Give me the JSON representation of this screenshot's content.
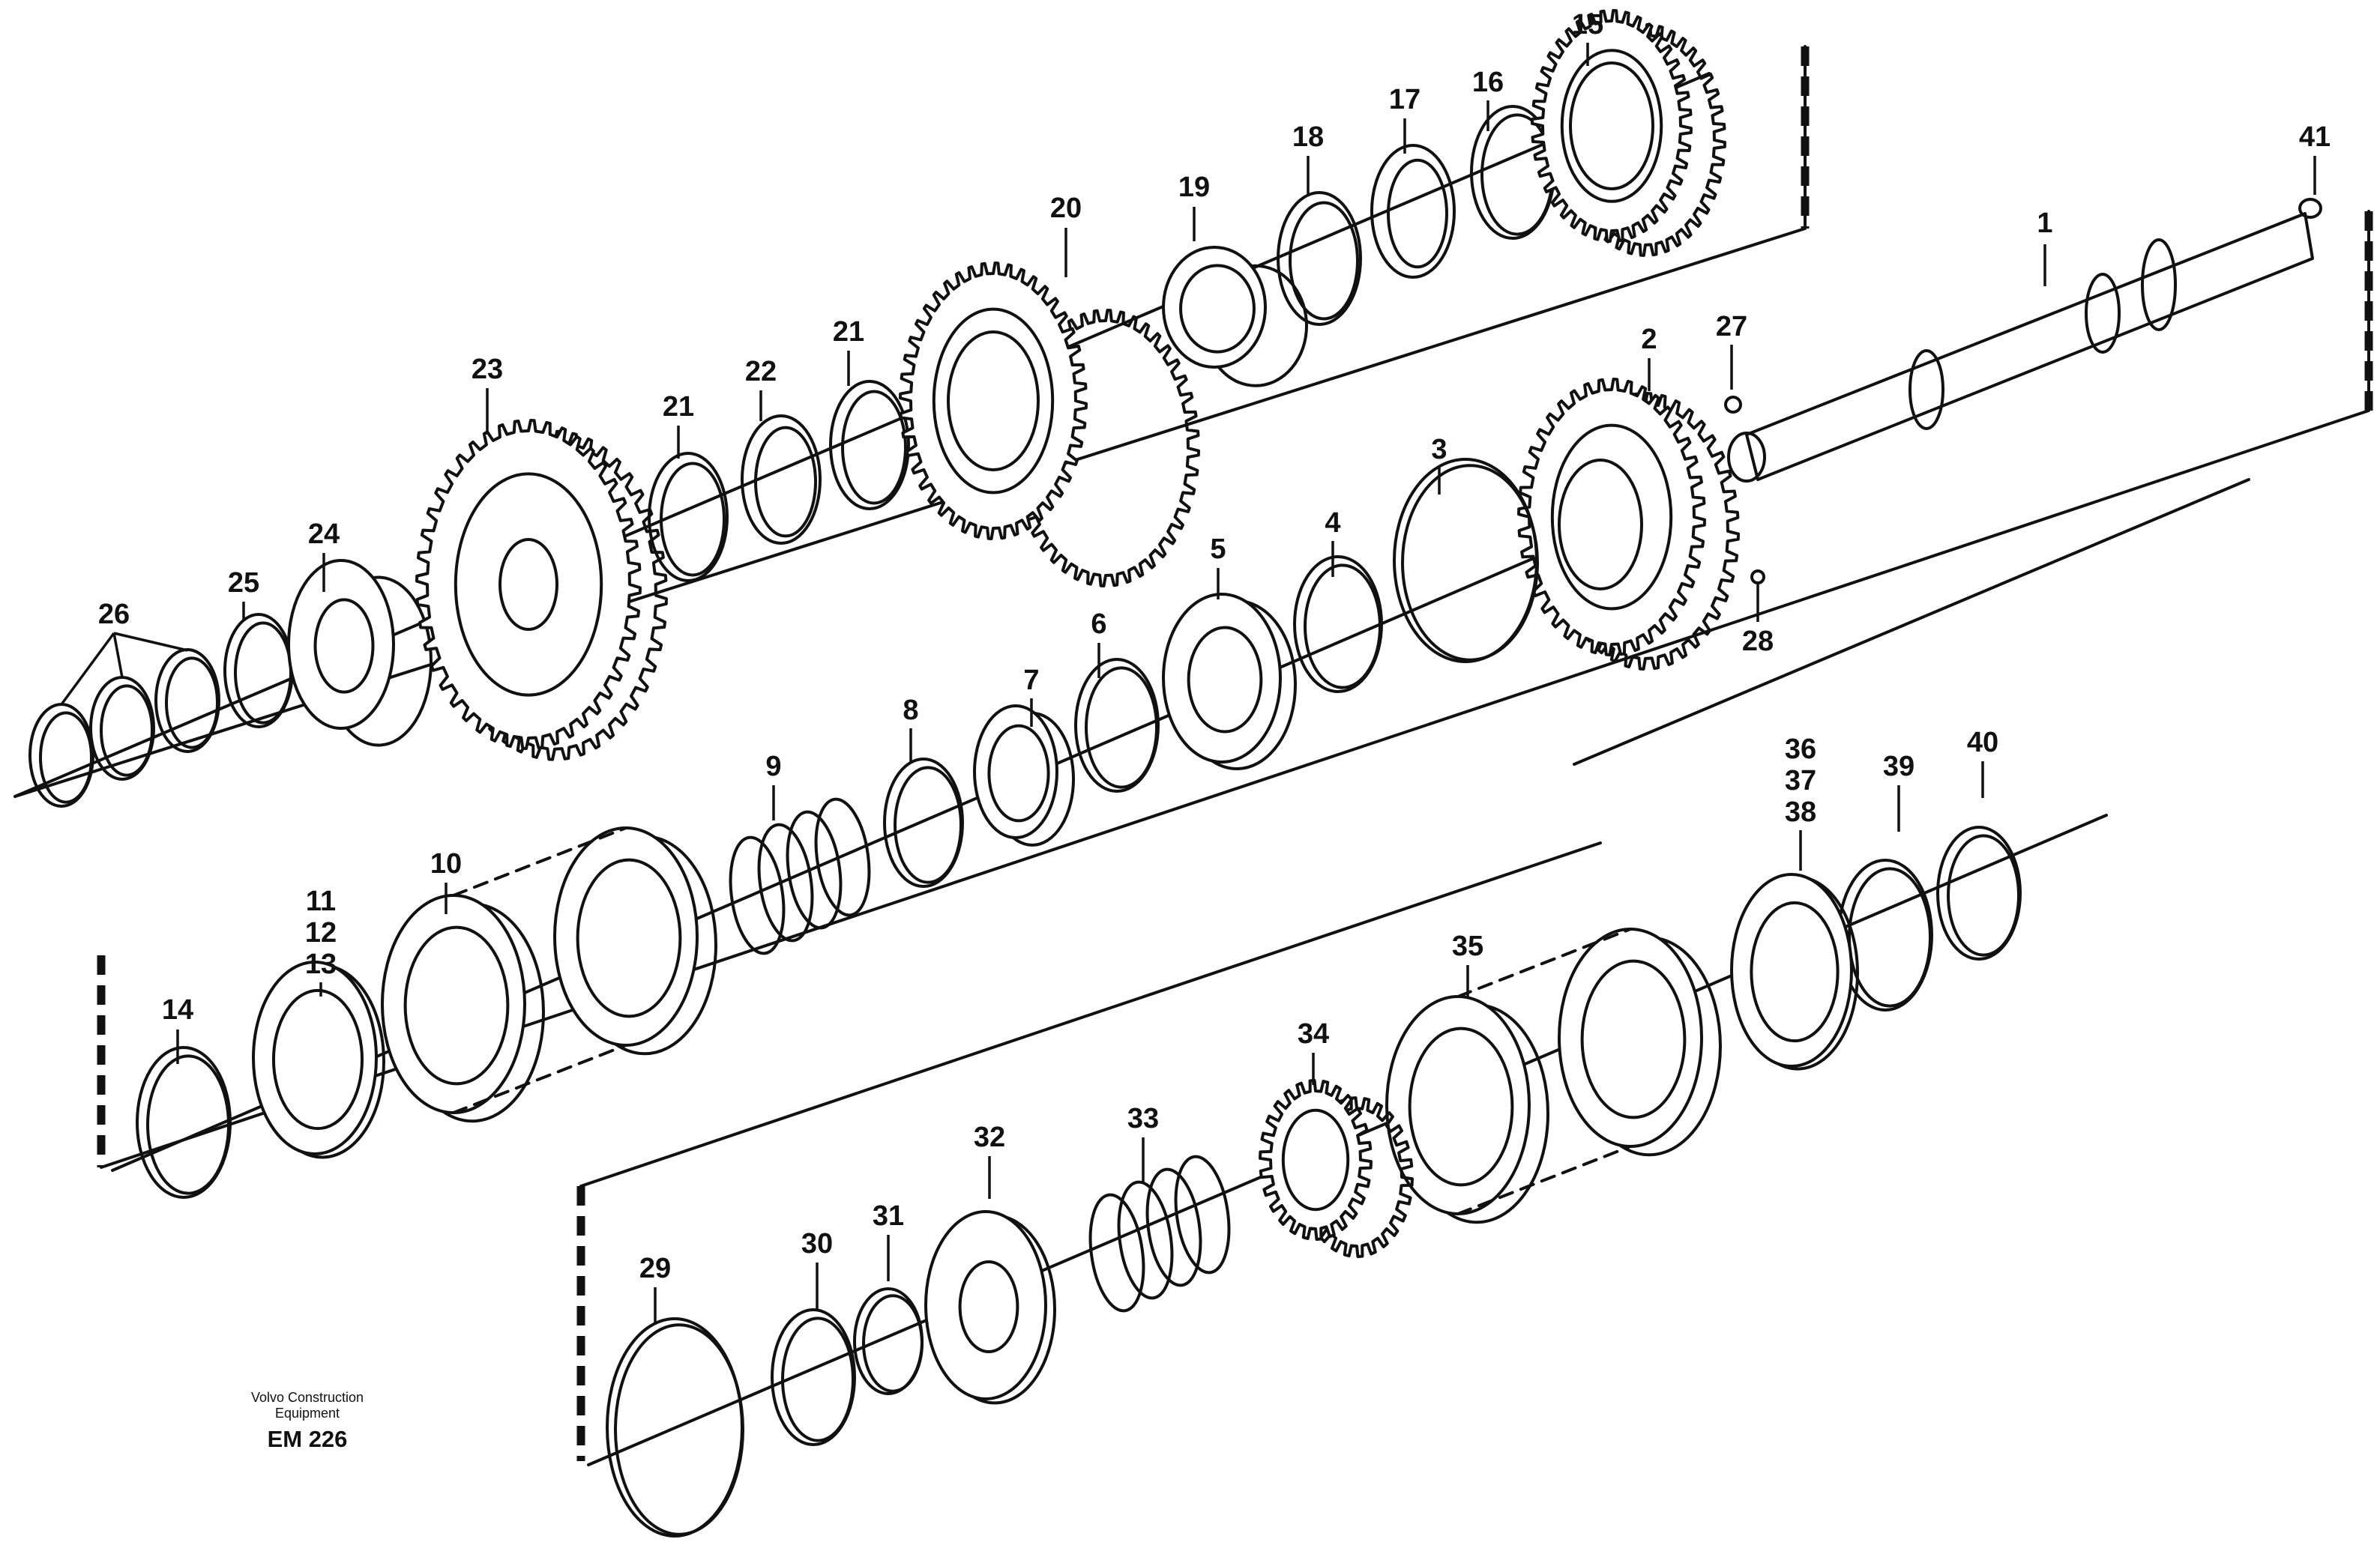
{
  "brand": {
    "company_line1": "Volvo Construction",
    "company_line2": "Equipment",
    "drawing_code": "EM 226"
  },
  "callouts": [
    "1",
    "2",
    "3",
    "4",
    "5",
    "6",
    "7",
    "8",
    "9",
    "10",
    "11",
    "12",
    "13",
    "14",
    "15",
    "16",
    "17",
    "18",
    "19",
    "20",
    "21",
    "21",
    "22",
    "23",
    "24",
    "25",
    "26",
    "27",
    "28",
    "29",
    "30",
    "31",
    "32",
    "33",
    "34",
    "35",
    "36",
    "37",
    "38",
    "39",
    "40",
    "41"
  ],
  "colors": {
    "ink": "#111111",
    "paper": "#ffffff"
  }
}
